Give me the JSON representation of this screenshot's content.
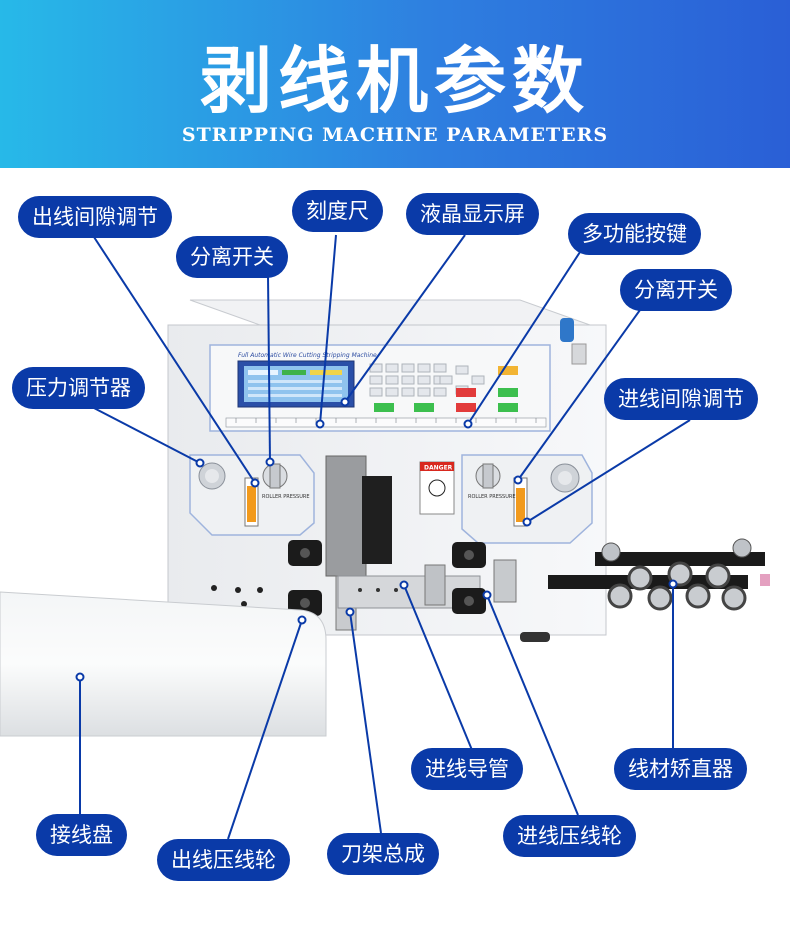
{
  "header": {
    "title": "剥线机参数",
    "subtitle": "STRIPPING MACHINE PARAMETERS"
  },
  "machine": {
    "panel_caption": "Full Automatic Wire Cutting Stripping Machine",
    "danger_tag": "DANGER",
    "left_knob_caption": "ROLLER PRESSURE",
    "right_knob_caption": "ROLLER PRESSURE"
  },
  "labels": {
    "outlet_gap": "出线间隙调节",
    "scale": "刻度尺",
    "lcd": "液晶显示屏",
    "multi_keys": "多功能按键",
    "sep_switch_left": "分离开关",
    "sep_switch_right": "分离开关",
    "pressure_adjuster": "压力调节器",
    "inlet_gap": "进线间隙调节",
    "inlet_guide": "进线导管",
    "straightener": "线材矫直器",
    "wire_tray": "接线盘",
    "outlet_roller": "出线压线轮",
    "blade_assembly": "刀架总成",
    "inlet_roller": "进线压线轮"
  },
  "colors": {
    "banner_start": "#27b9e8",
    "banner_end": "#2a5fd6",
    "label_bg": "#0a3aa8",
    "leader_line": "#0a3aa8"
  }
}
